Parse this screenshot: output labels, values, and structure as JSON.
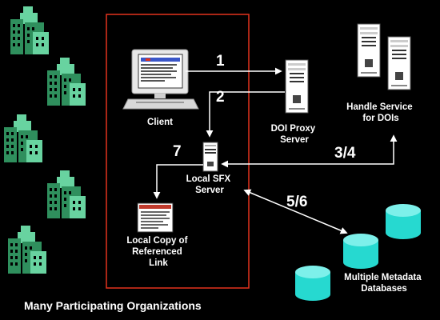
{
  "colors": {
    "background": "#000000",
    "frame": "#e2331d",
    "building": "#2f8f5d",
    "building_light": "#68d3a0",
    "database": "#26d9d0",
    "server": "#ffffff",
    "arrow": "#ffffff"
  },
  "nodes": {
    "client": {
      "label": [
        "Client"
      ],
      "icon": "computer-icon"
    },
    "doi_proxy": {
      "label": [
        "DOI Proxy",
        "Server"
      ],
      "icon": "server-icon"
    },
    "handle_service": {
      "label": [
        "Handle Service",
        "for DOIs"
      ],
      "icon": "server-icon"
    },
    "local_sfx": {
      "label": [
        "Local SFX",
        "Server"
      ],
      "icon": "server-icon"
    },
    "local_copy": {
      "label": [
        "Local Copy of",
        "Referenced",
        "Link"
      ],
      "icon": "document-icon"
    },
    "metadata_dbs": {
      "label": [
        "Multiple Metadata",
        "Databases"
      ],
      "icon": "database-icon"
    }
  },
  "steps": {
    "s1": "1",
    "s2": "2",
    "s3_4": "3/4",
    "s5_6": "5/6",
    "s7": "7"
  },
  "caption": "Many Participating Organizations"
}
